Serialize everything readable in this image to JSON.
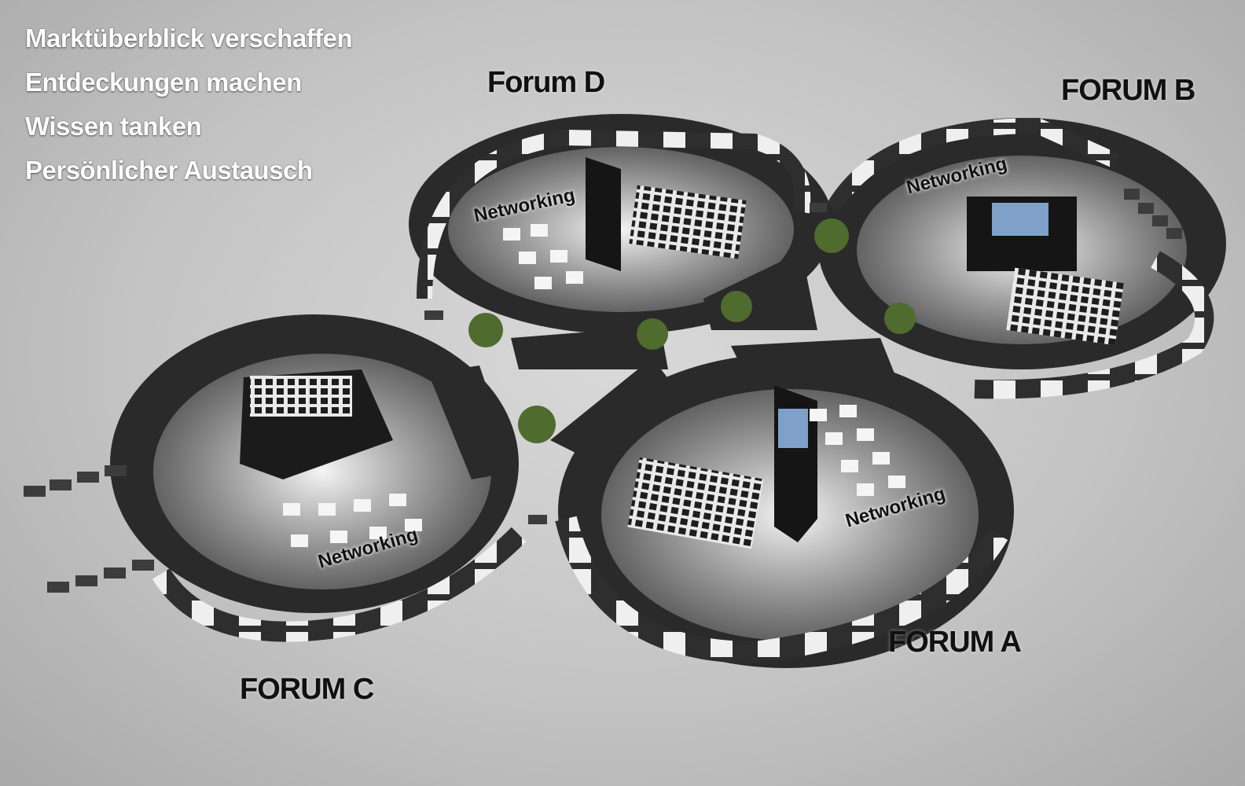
{
  "taglines": [
    "Marktüberblick verschaffen",
    "Entdeckungen machen",
    "Wissen tanken",
    "Persönlicher Austausch"
  ],
  "forums": {
    "a": {
      "label": "FORUM A"
    },
    "b": {
      "label": "FORUM B"
    },
    "c": {
      "label": "FORUM C"
    },
    "d": {
      "label": "Forum D"
    }
  },
  "networking_label": "Networking",
  "colors": {
    "floor": "#c8c8c8",
    "carpet": "#2b2b2b",
    "wall": "#ececec",
    "text_dark": "#111111",
    "text_light": "#ffffff",
    "plant": "#4f6b2e"
  }
}
